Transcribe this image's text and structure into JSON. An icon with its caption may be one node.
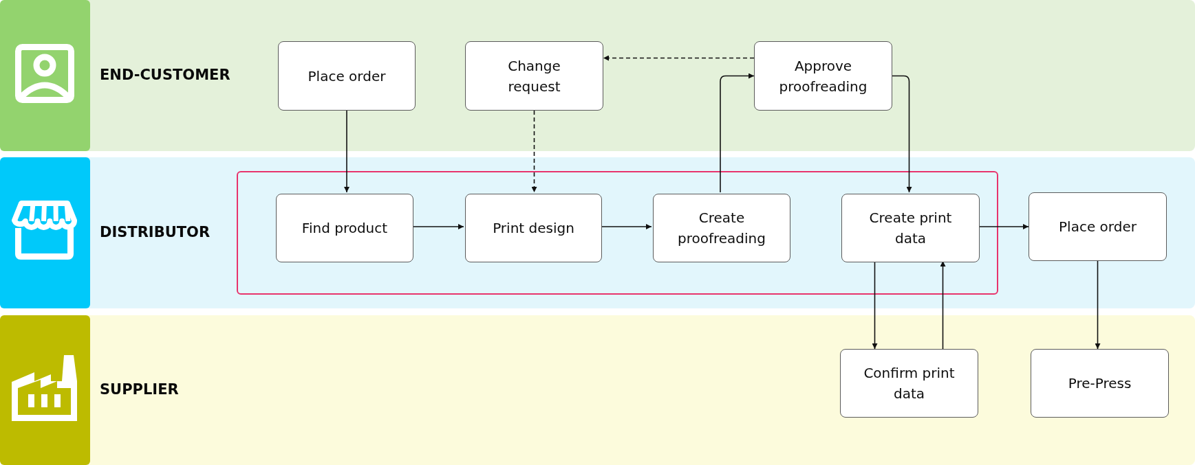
{
  "diagram": {
    "nodes": [
      {
        "text": [
          "END-CUSTOMER"
        ]
      },
      {
        "text": [
          "Place order"
        ],
        "in": 0
      },
      {
        "text": [
          "Change request"
        ],
        "in": 0
      },
      {
        "text": [
          "Approve proofreading"
        ],
        "in": 0
      },
      {
        "text": [
          "DISTRIBUTOR"
        ]
      },
      {
        "text": [],
        "shape": "box",
        "in": 4
      },
      {
        "text": [
          "Find product"
        ],
        "in": 5
      },
      {
        "text": [
          "Print design"
        ],
        "in": 5
      },
      {
        "text": [
          "Create proofreading"
        ],
        "in": 5
      },
      {
        "text": [
          "Create print data"
        ],
        "in": 5
      },
      {
        "text": [
          "Place order"
        ],
        "in": 4
      },
      {
        "text": [
          "SUPPLIER"
        ]
      },
      {
        "text": [
          "Confirm print data"
        ],
        "in": 11
      },
      {
        "text": [
          "Pre-Press"
        ],
        "in": 11
      }
    ],
    "edges": [
      {
        "from": 1,
        "to": 6,
        "arrow": "to"
      },
      {
        "from": 6,
        "to": 7,
        "arrow": "to"
      },
      {
        "from": 7,
        "to": 8,
        "arrow": "to"
      },
      {
        "from": 2,
        "to": 7,
        "arrow": "to",
        "style": "dashed"
      },
      {
        "from": 3,
        "to": 2,
        "arrow": "to",
        "style": "dashed"
      },
      {
        "from": 8,
        "to": 3,
        "arrow": "to"
      },
      {
        "from": 3,
        "to": 9,
        "arrow": "to"
      },
      {
        "from": 9,
        "to": 10,
        "arrow": "to"
      },
      {
        "from": 9,
        "to": 12,
        "arrow": "to"
      },
      {
        "from": 12,
        "to": 9,
        "arrow": "to"
      },
      {
        "from": 10,
        "to": 13,
        "arrow": "to"
      }
    ]
  }
}
